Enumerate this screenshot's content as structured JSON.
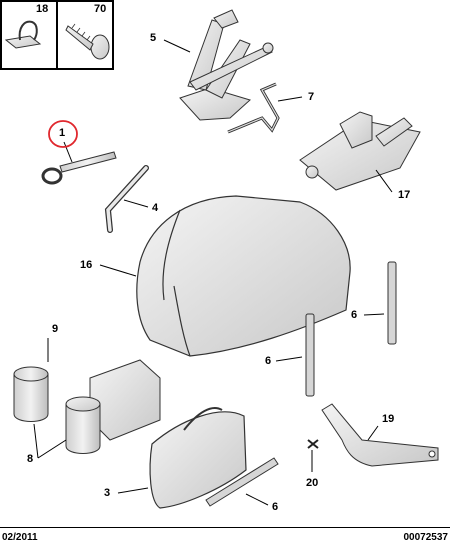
{
  "diagram": {
    "labels": {
      "p18": "18",
      "p70": "70",
      "p5": "5",
      "p7": "7",
      "p1": "1",
      "p4": "4",
      "p17": "17",
      "p16": "16",
      "p9": "9",
      "p6a": "6",
      "p6b": "6",
      "p6c": "6",
      "p8": "8",
      "p3": "3",
      "p19": "19",
      "p20": "20"
    },
    "highlight_color": "#e0282e",
    "part_fill": "#e2e2e2",
    "part_stroke": "#333333"
  },
  "footer": {
    "date": "02/2011",
    "ref": "00072537"
  }
}
